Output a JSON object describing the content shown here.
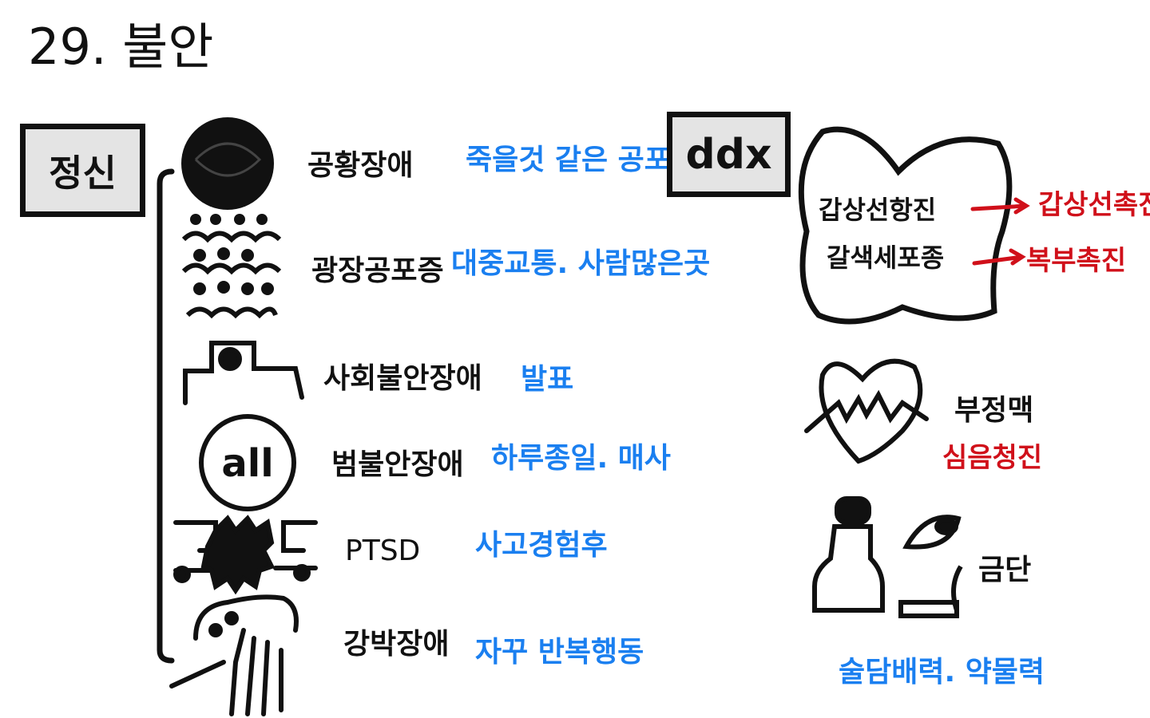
{
  "title": "29. 불안",
  "left_box": "정신",
  "disorders": [
    {
      "name": "공황장애",
      "note": "죽을것 같은 공포"
    },
    {
      "name": "광장공포증",
      "note": "대중교통. 사람많은곳"
    },
    {
      "name": "사회불안장애",
      "note": "발표"
    },
    {
      "name": "범불안장애",
      "note": "하루종일. 매사"
    },
    {
      "name": "PTSD",
      "note": "사고경험후"
    },
    {
      "name": "강박장애",
      "note": "자꾸 반복행동"
    }
  ],
  "icon_all_text": "all",
  "ddx": {
    "label": "ddx",
    "thyroid": {
      "name": "갑상선항진",
      "exam": "갑상선촉진"
    },
    "pheo": {
      "name": "갈색세포종",
      "exam": "복부촉진"
    },
    "arrhythmia": {
      "name": "부정맥",
      "exam": "심음청진"
    },
    "withdrawal": {
      "name": "금단",
      "history": "술담배력. 약물력"
    }
  },
  "colors": {
    "black": "#111111",
    "blue": "#1a7ff0",
    "red": "#d0101a",
    "box": "#e4e4e4"
  }
}
